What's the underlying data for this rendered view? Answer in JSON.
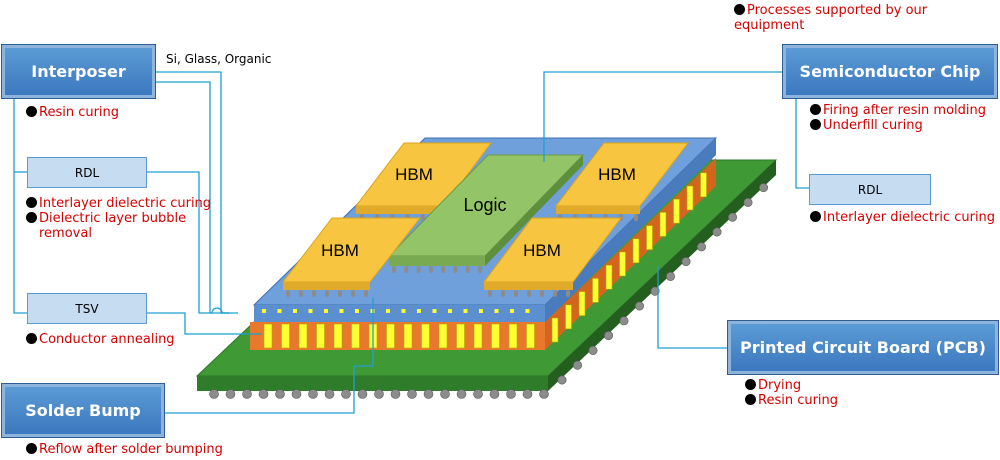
{
  "legend": "Processes supported by our equipment",
  "boxes": {
    "interposer": "Interposer",
    "interposer_rdl": "RDL",
    "tsv": "TSV",
    "solder_bump": "Solder Bump",
    "semiconductor_chip": "Semiconductor Chip",
    "chip_rdl": "RDL",
    "pcb": "Printed Circuit Board (PCB)"
  },
  "materials": "Si, Glass, Organic",
  "notes": {
    "interposer": [
      "Resin curing"
    ],
    "interposer_rdl": [
      "Interlayer dielectric curing",
      "Dielectric layer bubble",
      "removal"
    ],
    "tsv": [
      "Conductor annealing"
    ],
    "solder_bump": [
      "Reflow after solder bumping"
    ],
    "semiconductor_chip": [
      "Firing after resin molding",
      "Underfill curing"
    ],
    "chip_rdl": [
      "Interlayer dielectric curing"
    ],
    "pcb": [
      "Drying",
      "Resin curing"
    ]
  },
  "chips": {
    "hbm": "HBM",
    "logic": "Logic"
  },
  "colors": {
    "process_text": "#d40000",
    "box_blue": "#4a86c8",
    "connector": "#1fa0d0",
    "pcb_green": "#3f9a35",
    "interposer_blue": "#6fa0dc",
    "substrate_orange": "#e8782c",
    "hbm_yellow": "#f8c540",
    "logic_green": "#93c468",
    "tsv_yellow": "#ffff33"
  }
}
